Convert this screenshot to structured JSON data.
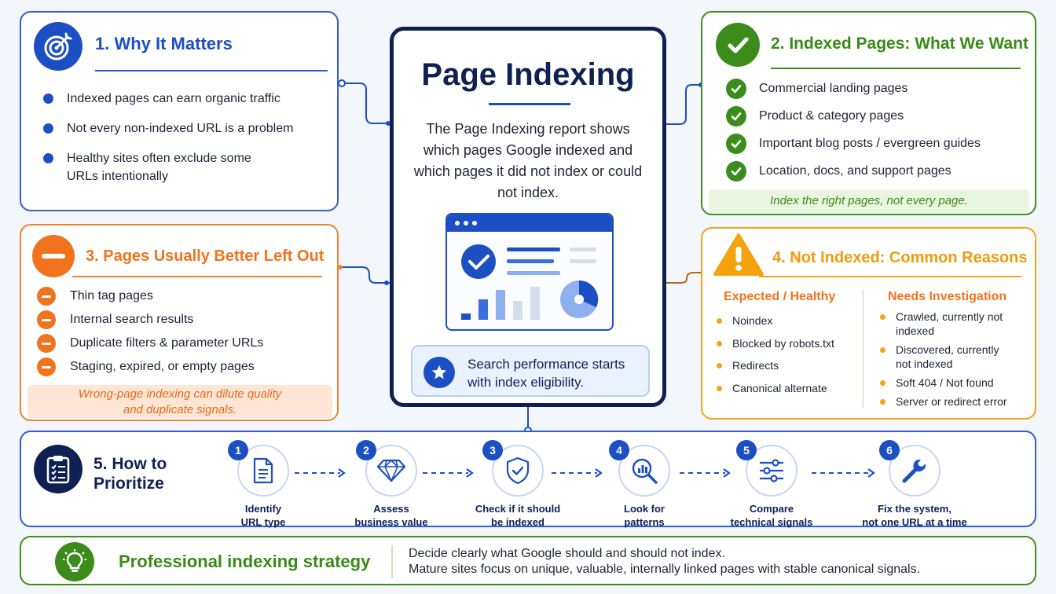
{
  "center": {
    "title": "Page Indexing",
    "description": "The Page Indexing report shows which pages Google indexed and which pages it did not index or could not index.",
    "callout": "Search performance starts with index eligibility."
  },
  "why_it_matters": {
    "title": "1. Why It Matters",
    "icon": "target-icon",
    "items": [
      "Indexed pages can earn organic traffic",
      "Not every non-indexed URL is a problem",
      "Healthy sites often exclude some URLs intentionally"
    ]
  },
  "indexed_pages": {
    "title": "2. Indexed Pages: What We Want",
    "icon": "check-icon",
    "items": [
      "Commercial landing pages",
      "Product & category pages",
      "Important blog posts / evergreen guides",
      "Location, docs, and support pages"
    ],
    "note": "Index the right pages, not every page."
  },
  "left_out": {
    "title": "3. Pages Usually Better Left Out",
    "icon": "minus-icon",
    "items": [
      "Thin tag pages",
      "Internal search results",
      "Duplicate filters & parameter URLs",
      "Staging, expired, or empty pages"
    ],
    "note_line1": "Wrong-page indexing can dilute quality",
    "note_line2": "and duplicate signals."
  },
  "not_indexed": {
    "title": "4. Not Indexed: Common Reasons",
    "icon": "warning-icon",
    "expected_heading": "Expected / Healthy",
    "expected_items": [
      "Noindex",
      "Blocked by robots.txt",
      "Redirects",
      "Canonical alternate"
    ],
    "investigate_heading": "Needs Investigation",
    "investigate_items": [
      "Crawled, currently not indexed",
      "Discovered, currently not indexed",
      "Soft 404 / Not found",
      "Server or redirect error"
    ]
  },
  "prioritize": {
    "title": "5. How to Prioritize",
    "icon": "clipboard-icon",
    "steps": [
      {
        "num": "1",
        "line1": "Identify",
        "line2": "URL type",
        "icon": "document-icon"
      },
      {
        "num": "2",
        "line1": "Assess",
        "line2": "business value",
        "icon": "diamond-icon"
      },
      {
        "num": "3",
        "line1": "Check if it should",
        "line2": "be indexed",
        "icon": "shield-check-icon"
      },
      {
        "num": "4",
        "line1": "Look for",
        "line2": "patterns",
        "icon": "magnifier-chart-icon"
      },
      {
        "num": "5",
        "line1": "Compare",
        "line2": "technical signals",
        "icon": "sliders-icon"
      },
      {
        "num": "6",
        "line1": "Fix the system,",
        "line2": "not one URL at a time",
        "icon": "wrench-icon"
      }
    ]
  },
  "banner": {
    "title": "Professional indexing strategy",
    "line1": "Decide clearly what Google should and should not index.",
    "line2": "Mature sites focus on unique, valuable, internally linked pages with stable canonical signals.",
    "icon": "lightbulb-icon"
  },
  "colors": {
    "blue": "#1d4fc4",
    "navy": "#0e2152",
    "green": "#3c8c1c",
    "orange": "#f2731e",
    "amber": "#f3a417"
  }
}
